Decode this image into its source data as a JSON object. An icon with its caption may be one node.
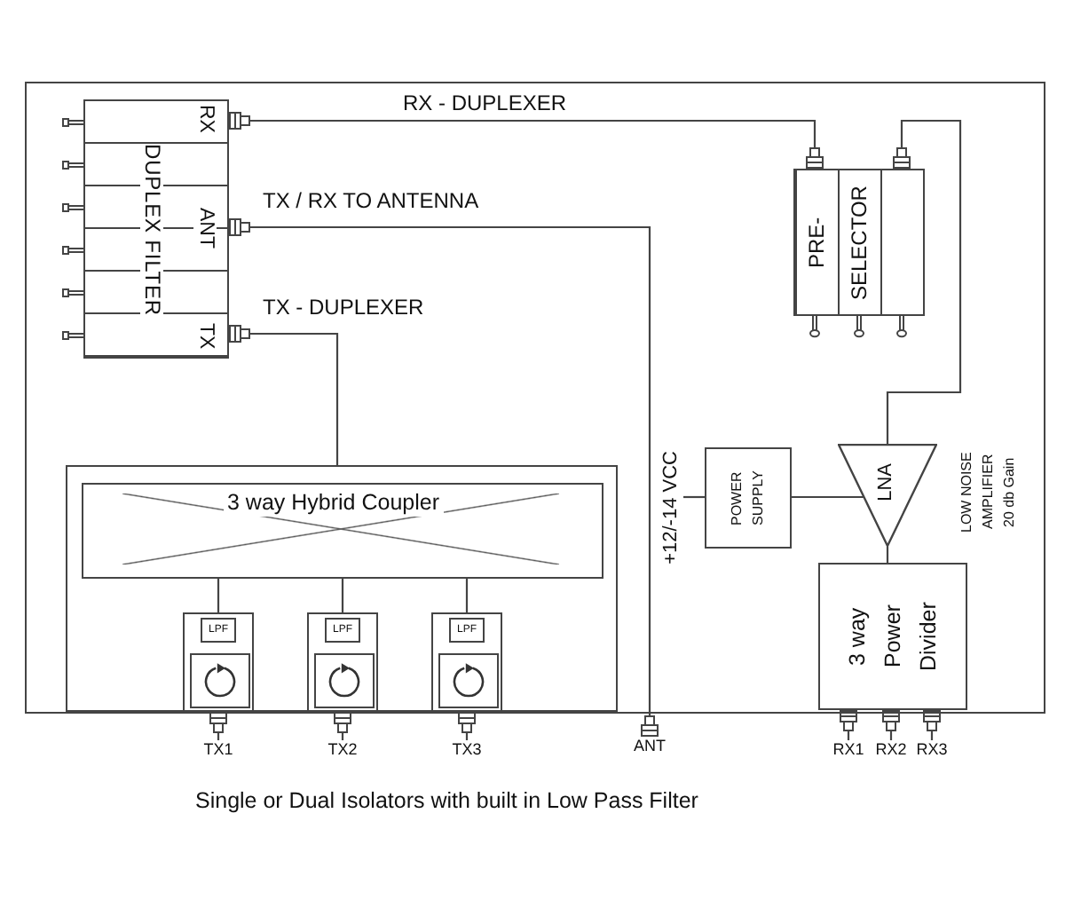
{
  "diagram": {
    "nodes": [
      {
        "text": [
          "RX",
          "DUPLEX FILTER",
          "ANT",
          "TX"
        ]
      },
      {
        "text": [
          "PRE- SELECTOR"
        ]
      },
      {
        "text": [],
        "shape": "box"
      },
      {
        "text": [
          "3 way Hybrid Coupler"
        ],
        "in": 2
      },
      {
        "text": [],
        "shape": "box",
        "in": 2
      },
      {
        "text": [
          "LPF"
        ],
        "in": 4
      },
      {
        "text": [],
        "shape": "box",
        "in": 4
      },
      {
        "text": [],
        "shape": "box",
        "in": 2
      },
      {
        "text": [
          "LPF"
        ],
        "in": 7
      },
      {
        "text": [],
        "shape": "box",
        "in": 7
      },
      {
        "text": [],
        "shape": "box",
        "in": 2
      },
      {
        "text": [
          "LPF"
        ],
        "in": 10
      },
      {
        "text": [],
        "shape": "box",
        "in": 10
      },
      {
        "text": [
          "+12/-14 VCC"
        ]
      },
      {
        "text": [
          "POWER SUPPLY"
        ]
      },
      {
        "text": [
          "LNA"
        ],
        "beside": [
          "LOW NOISE AMPLIFIER 20 db Gain"
        ]
      },
      {
        "text": [
          "3 way Power Divider"
        ]
      },
      {
        "text": [
          "TX1"
        ]
      },
      {
        "text": [
          "TX2"
        ]
      },
      {
        "text": [
          "TX3"
        ]
      },
      {
        "text": [
          "ANT"
        ]
      },
      {
        "text": [
          "RX1"
        ]
      },
      {
        "text": [
          "RX2"
        ]
      },
      {
        "text": [
          "RX3"
        ]
      }
    ],
    "edges": [
      {
        "from": 0,
        "to": 1,
        "arrow": "other",
        "label": "RX - DUPLEXER"
      },
      {
        "from": 0,
        "to": 20,
        "arrow": "other",
        "label": "TX / RX TO ANTENNA"
      },
      {
        "from": 0,
        "to": 2,
        "arrow": "other",
        "label": "TX - DUPLEXER"
      },
      {
        "from": 1,
        "to": 15,
        "arrow": "other"
      },
      {
        "from": 13,
        "to": 14,
        "arrow": "none"
      },
      {
        "from": 14,
        "to": 15,
        "arrow": "none"
      },
      {
        "from": 15,
        "to": 16,
        "arrow": "none"
      },
      {
        "from": 3,
        "to": 4,
        "arrow": "none"
      },
      {
        "from": 3,
        "to": 7,
        "arrow": "none"
      },
      {
        "from": 3,
        "to": 10,
        "arrow": "none"
      },
      {
        "from": 4,
        "to": 17,
        "arrow": "other"
      },
      {
        "from": 7,
        "to": 18,
        "arrow": "other"
      },
      {
        "from": 10,
        "to": 19,
        "arrow": "other"
      },
      {
        "from": 16,
        "to": 21,
        "arrow": "other"
      },
      {
        "from": 16,
        "to": 22,
        "arrow": "other"
      },
      {
        "from": 16,
        "to": 23,
        "arrow": "other"
      }
    ],
    "caption": "Single or Dual Isolators with built in Low Pass Filter"
  }
}
